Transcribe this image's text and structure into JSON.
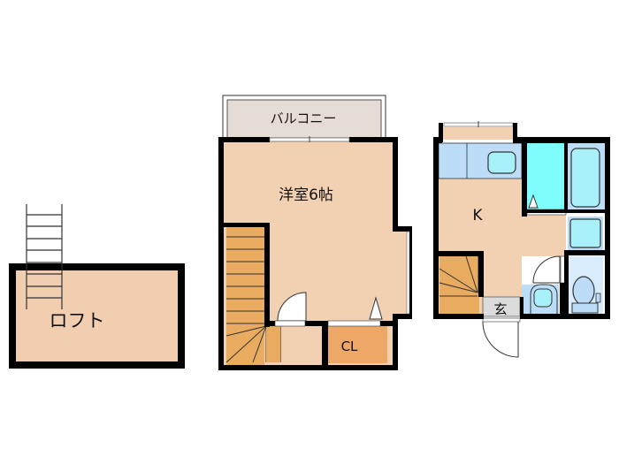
{
  "floorplan": {
    "colors": {
      "wall": "#000000",
      "room": "#f2d1b3",
      "loft": "#f2ceb0",
      "stairs": "#e8ab60",
      "closet": "#eda766",
      "balcony": "#e5dcd6",
      "wet_light": "#bcdcf8",
      "wet_cyan": "#7ffcfc",
      "fixture": "#a8f0fa",
      "toilet_room": "#d8ecfc",
      "genkan": "#dcdcdc",
      "door": "#ffffff"
    },
    "loft": {
      "label": "ロフト",
      "ladder_icon": "ladder"
    },
    "second_floor": {
      "balcony_label": "バルコニー",
      "room_label": "洋室6帖",
      "closet_label": "CL"
    },
    "first_floor": {
      "kitchen_label": "K",
      "entrance_label": "玄"
    }
  }
}
